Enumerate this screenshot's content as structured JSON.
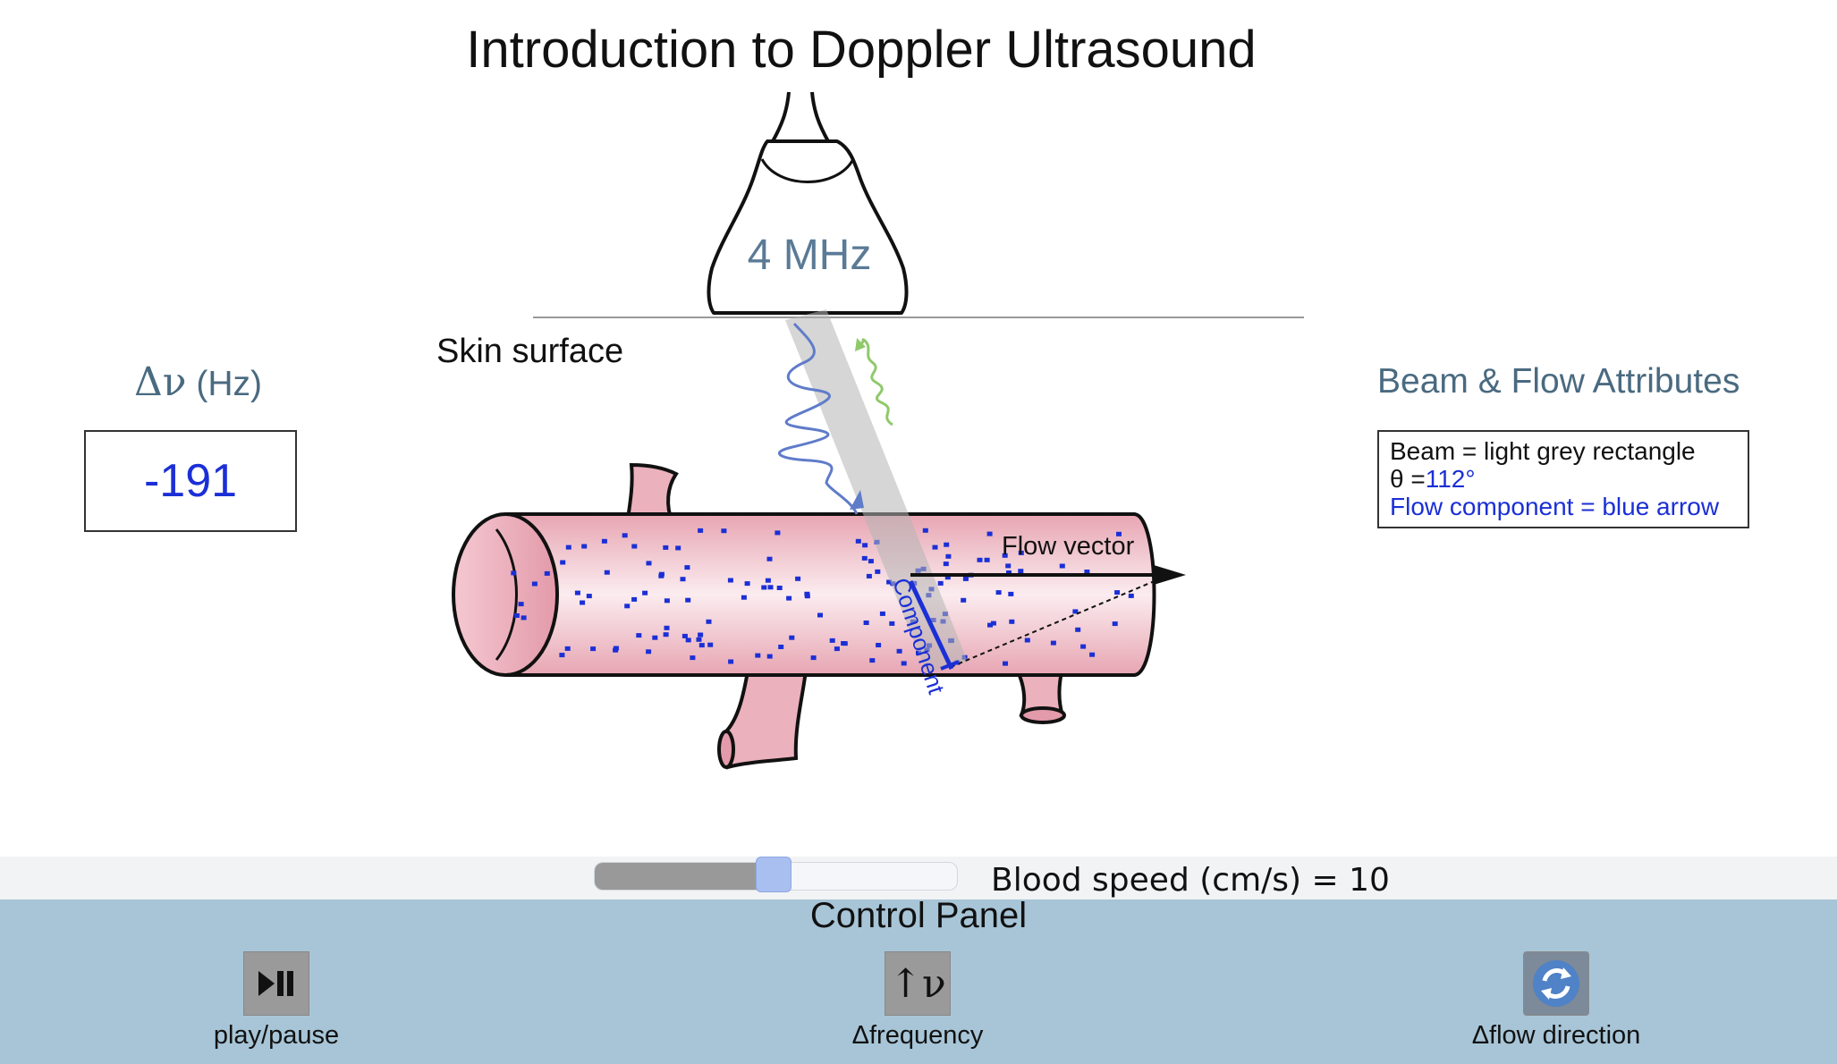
{
  "title": "Introduction to Doppler Ultrasound",
  "transducer": {
    "frequency_label": "4 MHz"
  },
  "skin_label": "Skin surface",
  "doppler_shift": {
    "heading_symbol": "Δν",
    "heading_unit": "(Hz)",
    "value": "-191"
  },
  "attributes": {
    "heading": "Beam & Flow Attributes",
    "beam_line": "Beam = light grey rectangle",
    "theta_prefix": "θ =",
    "theta_value": "112°",
    "flow_line": "Flow component = blue arrow"
  },
  "vessel": {
    "flow_vector_label": "Flow vector",
    "component_label": "Component"
  },
  "slider": {
    "label": "Blood speed (cm/s) = 10",
    "value": 10,
    "fraction": 0.47
  },
  "control_panel": {
    "title": "Control Panel",
    "buttons": [
      {
        "label": "play/pause",
        "icon": "play-pause-icon"
      },
      {
        "label": "Δfrequency",
        "icon": "frequency-up-icon",
        "glyph": "↑ν"
      },
      {
        "label": "Δflow direction",
        "icon": "refresh-icon"
      }
    ]
  },
  "colors": {
    "particle": "#1b2fd6",
    "vessel": "#f4c6cf",
    "panel": "#a7c5d7",
    "value_text": "#1b2fd6"
  }
}
